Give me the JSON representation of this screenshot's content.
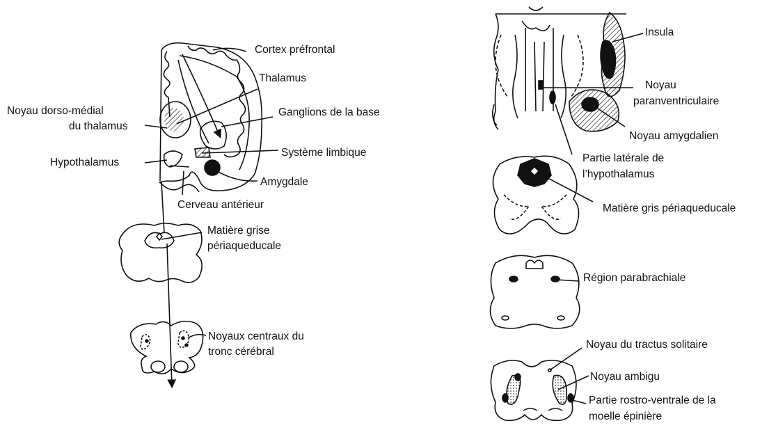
{
  "colors": {
    "ink": "#111111",
    "background": "#ffffff"
  },
  "left_panel": {
    "labels": {
      "cortex_prefrontal": "Cortex préfrontal",
      "thalamus": "Thalamus",
      "noyau_dm_line1": "Noyau dorso-médial",
      "noyau_dm_line2": "du thalamus",
      "ganglions": "Ganglions de la base",
      "hypothalamus": "Hypothalamus",
      "systeme_limbique": "Système limbique",
      "amygdale": "Amygdale",
      "cerveau_anterieur": "Cerveau antérieur",
      "matiere_grise_line1": "Matière grise",
      "matiere_grise_line2": "périaqueducale",
      "noyaux_centraux_line1": "Noyaux centraux du",
      "noyaux_centraux_line2": "tronc cérébral"
    }
  },
  "right_panel": {
    "labels": {
      "insula": "Insula",
      "noyau_pv_line1": "Noyau",
      "noyau_pv_line2": "paranventriculaire",
      "noyau_amygdalien": "Noyau amygdalien",
      "partie_laterale_line1": "Partie latérale de",
      "partie_laterale_line2": "l’hypothalamus",
      "matiere_gris_peri": "Matière gris périaqueducale",
      "region_parabrachiale": "Région parabrachiale",
      "noyau_tractus": "Noyau du tractus solitaire",
      "noyau_ambigu": "Noyau ambigu",
      "partie_rostro_line1": "Partie rostro-ventrale de la",
      "partie_rostro_line2": "moelle épinière"
    }
  }
}
